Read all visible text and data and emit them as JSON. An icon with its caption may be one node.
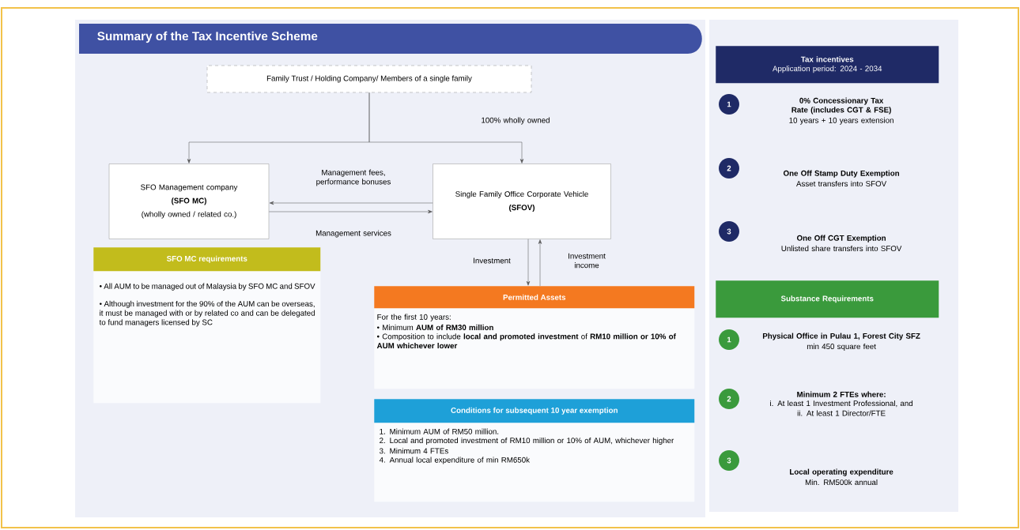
{
  "diagram": {
    "title": "Summary of the Tax Incentive Scheme",
    "nodes": [
      {
        "text": [
          "Family Trust / Holding Company/ Members of a single family"
        ]
      },
      {
        "text": [
          "SFO Management company",
          "(SFO MC)",
          "(wholly owned / related co.)"
        ]
      },
      {
        "text": [
          "Single Family Office Corporate Vehicle",
          "(SFOV)"
        ]
      },
      {
        "text": [
          "Permitted Assets",
          "For the first 10 years:",
          "• Minimum **AUM of RM30 million**",
          "• Composition to include **local and promoted investment** of **RM10 million or 10% of AUM whichever lower**"
        ]
      },
      {
        "text": [
          "SFO MC requirements",
          "• All AUM to be managed out of Malaysia by SFO MC and SFOV",
          "• Although investment for the 90% of the AUM can be overseas, it must be managed with or by related co and can be delegated to fund managers licensed by SC"
        ]
      },
      {
        "text": [
          "Conditions for subsequent 10 year exemption",
          "1. Minimum AUM of RM50 million.",
          "2. Local and promoted investment of RM10 million or 10% of AUM, whichever higher",
          "3. Minimum 4 FTEs",
          "4. Annual local expenditure of min RM650k"
        ]
      },
      {
        "text": [
          "Tax incentives",
          "Application period: 2024 - 2034"
        ]
      },
      {
        "text": [
          "1"
        ],
        "beside": [
          "0% Concessionary Tax Rate (includes CGT & FSE)",
          "10 years + 10 years extension"
        ]
      },
      {
        "text": [
          "2"
        ],
        "beside": [
          "One Off Stamp Duty Exemption",
          "Asset transfers into SFOV"
        ]
      },
      {
        "text": [
          "3"
        ],
        "beside": [
          "One Off CGT Exemption",
          "Unlisted share transfers into SFOV"
        ]
      },
      {
        "text": [
          "Substance Requirements"
        ]
      },
      {
        "text": [
          "1"
        ],
        "beside": [
          "Physical Office in Pulau 1, Forest City SFZ",
          "min 450 square feet"
        ]
      },
      {
        "text": [
          "2"
        ],
        "beside": [
          "Minimum 2 FTEs where:",
          "i. At least 1 Investment Professional, and",
          "ii. At least 1 Director/FTE"
        ]
      },
      {
        "text": [
          "3"
        ],
        "beside": [
          "Local operating expenditure",
          "Min. RM500k annual"
        ]
      }
    ],
    "edges": [
      {
        "from": 0,
        "to": 1,
        "arrow": "to"
      },
      {
        "from": 0,
        "to": 2,
        "arrow": "to",
        "label": "100% wholly owned"
      },
      {
        "from": 2,
        "to": 1,
        "arrow": "to",
        "label": "Management fees, performance bonuses"
      },
      {
        "from": 1,
        "to": 2,
        "arrow": "to",
        "label": "Management services"
      },
      {
        "from": 2,
        "to": 3,
        "arrow": "to",
        "label": "Investment"
      },
      {
        "from": 3,
        "to": 2,
        "arrow": "to",
        "label": "Investment income"
      }
    ]
  }
}
